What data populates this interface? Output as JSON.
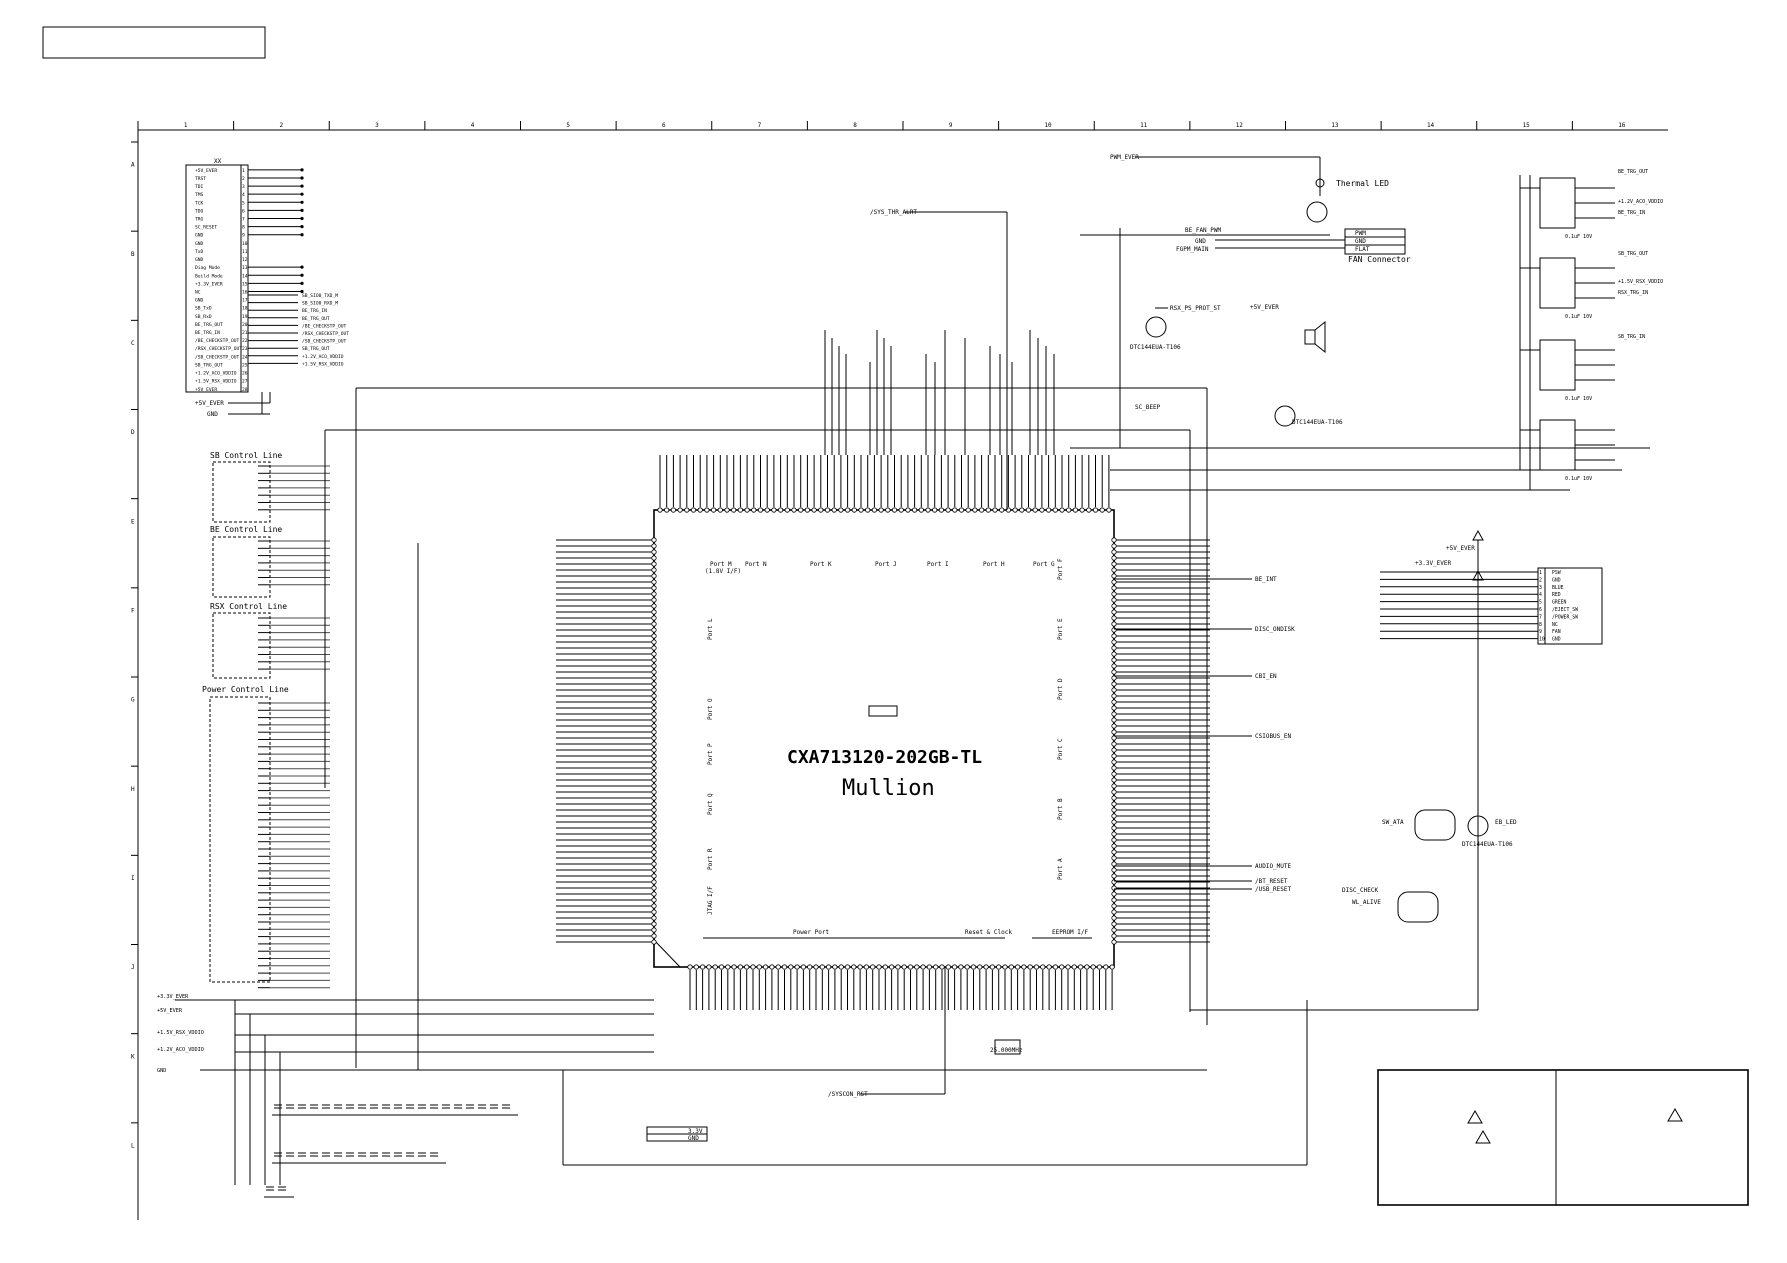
{
  "grid": {
    "columns": [
      "1",
      "2",
      "3",
      "4",
      "5",
      "6",
      "7",
      "8",
      "9",
      "10",
      "11",
      "12",
      "13",
      "14",
      "15",
      "16"
    ],
    "rows": [
      "A",
      "B",
      "C",
      "D",
      "E",
      "F",
      "G",
      "H",
      "I",
      "J",
      "K",
      "L"
    ]
  },
  "chip": {
    "part_number": "CXA713120-202GB-TL",
    "name": "Mullion",
    "ports_top": [
      "Port M",
      "Port N",
      "Port K",
      "Port J",
      "Port I",
      "Port H",
      "Port G"
    ],
    "port_top_sub": "(1.8V I/F)",
    "ports_right": [
      "Port F",
      "Port E",
      "Port D",
      "Port C",
      "Port B",
      "Port A"
    ],
    "ports_left": [
      "Port L",
      "Port O",
      "Port P",
      "Port Q",
      "Port R",
      "JTAG I/F"
    ],
    "bottom_groups": [
      "Power Port",
      "Reset & Clock",
      "EEPROM I/F"
    ]
  },
  "control_lines": {
    "sb": "SB Control Line",
    "be": "BE Control Line",
    "rsx": "RSX Control Line",
    "power": "Power Control Line"
  },
  "connector_left": {
    "header": "XX",
    "pins": [
      "+5V_EVER",
      "TRST",
      "TDI",
      "TMS",
      "TCK",
      "TDO",
      "TRG",
      "SC_RESET",
      "GND",
      "GND",
      "TxD",
      "GND",
      "Diag Mode",
      "Build Mode",
      "+3.3V_EVER",
      "NC",
      "GND",
      "SB_TxD",
      "SB_RxD",
      "BE_TRG_OUT",
      "BE_TRG_IN",
      "/BE_CHECKSTP_OUT",
      "/RSX_CHECKSTP_OUT",
      "/SB_CHECKSTP_OUT",
      "SB_TRG_OUT",
      "+1.2V_ACO_VDDIO",
      "+1.5V_RSX_VDDIO",
      "+5V_EVER"
    ],
    "right_signals": [
      "SB_SIO0_TXD_M",
      "SB_SIO0_RXD_M",
      "BE_TRG_IN",
      "BE_TRG_OUT",
      "/BE_CHECKSTP_OUT",
      "/RSX_CHECKSTP_OUT",
      "/SB_CHECKSTP_OUT",
      "SB_TRG_OUT",
      "+1.2V_ACO_VDDIO",
      "+1.5V_RSX_VDDIO"
    ],
    "bottom": [
      "+5V_EVER",
      "GND"
    ]
  },
  "fan": {
    "label": "Thermal LED",
    "connector": "FAN Connector",
    "pins": [
      "PWM",
      "GND",
      "FLAT"
    ],
    "signals": [
      "PWM_EVER",
      "BE_FAN_PWM",
      "GND",
      "FGPM_MAIN"
    ]
  },
  "transistors": {
    "q1": "DTC144EUA-T106",
    "q2": "DTC144EUA-T106",
    "q3": "DTC144EUA-T106"
  },
  "right_connector": {
    "pins": [
      "PSW",
      "GND",
      "BLUE",
      "RED",
      "GREEN",
      "/EJECT_SW",
      "/POWER_SW",
      "NC",
      "FAN",
      "GND"
    ],
    "signals": [
      "+5V_EVER",
      "+3.3V_EVER"
    ]
  },
  "right_opamps": {
    "signals_in": [
      "BE_TRG_OUT",
      "+1.2V_ACO_VDDIO",
      "BE_TRG_IN",
      "SB_TRG_OUT",
      "+1.5V_RSX_VDDIO",
      "RSX_TRG_IN",
      "SB_TRG_IN"
    ],
    "cap": "0.1uF 10V"
  },
  "misc_labels": {
    "crystal": "25.000MHz",
    "power_in_left": [
      "+3.3V_EVER",
      "+5V_EVER",
      "+1.5V_RSX_VDDIO",
      "+1.2V_ACO_VDDIO",
      "GND"
    ],
    "bottom_box": [
      "3.3V",
      "GND"
    ],
    "bottom_signal": "/SYSCON_RST",
    "right_signals": [
      "/SYS_THR_ALRT",
      "RSX_PS_PROT_ST",
      "+5V_EVER",
      "SC_BEEP",
      "DTC144EUA-T106",
      "BE_INT",
      "DISC_ONDISK",
      "CBI_EN",
      "CSIOBUS_EN",
      "AUDIO_MUTE",
      "/BT_RESET",
      "/USB_RESET",
      "SW_ATA",
      "EB_LED",
      "DISC_CHECK",
      "WL_ALIVE"
    ]
  },
  "title_box": ""
}
